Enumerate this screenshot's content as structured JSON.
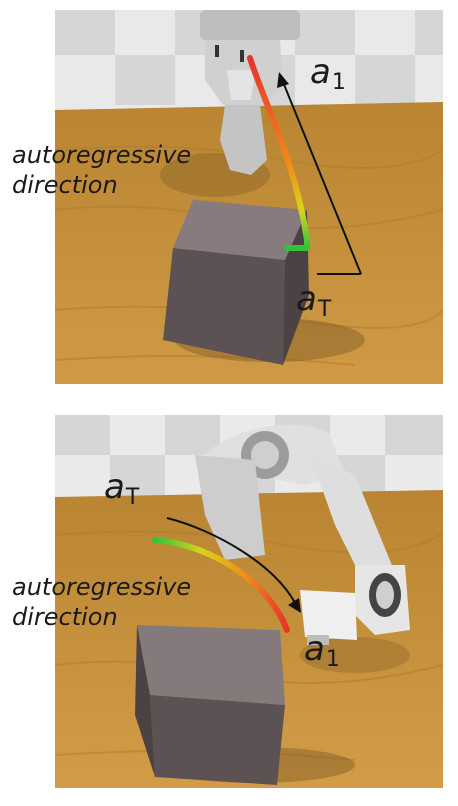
{
  "top_panel": {
    "caption_line1": "autoregressive",
    "caption_line2": "direction",
    "label_start": {
      "symbol": "a",
      "subscript": "1"
    },
    "label_end": {
      "symbol": "a",
      "subscript": "T"
    }
  },
  "bottom_panel": {
    "caption_line1": "autoregressive",
    "caption_line2": "direction",
    "label_start": {
      "symbol": "a",
      "subscript": "T"
    },
    "label_end": {
      "symbol": "a",
      "subscript": "1"
    }
  },
  "colors": {
    "trajectory_start": "#e8322a",
    "trajectory_mid": "#f5c518",
    "trajectory_end": "#2fc43a",
    "table": "#c9933f",
    "box": "#6e6264",
    "floor_light": "#eeeeee",
    "floor_dark": "#d8d8d8",
    "arrow": "#111111"
  }
}
